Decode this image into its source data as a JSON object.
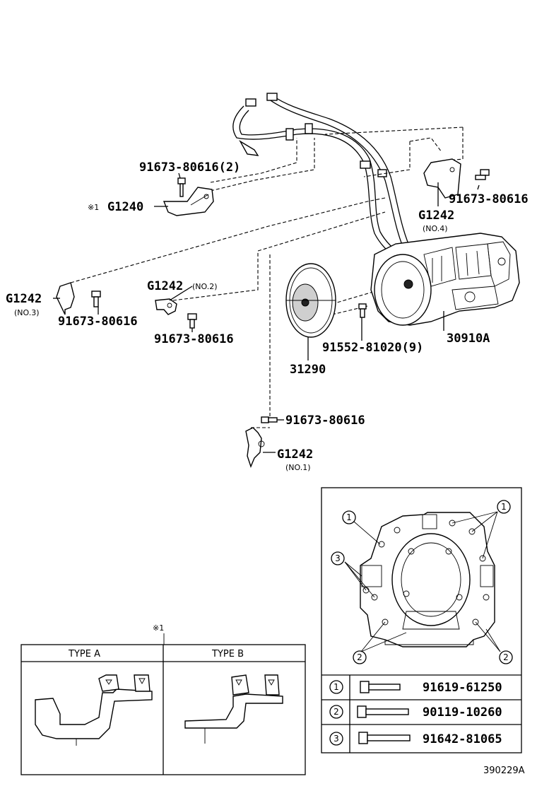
{
  "callouts": {
    "bolt_g1240": "91673-80616(2)",
    "marker_g1240": "※1",
    "g1240": "G1240",
    "bolt_no4": "91673-80616",
    "g1242_no4": "G1242",
    "no4": "(NO.4)",
    "g1242_no3": "G1242",
    "no3": "(NO.3)",
    "bolt_no3": "91673-80616",
    "g1242_no2": "G1242",
    "no2": "(NO.2)",
    "bolt_no2": "91673-80616",
    "bolt_dp": "91552-81020(9)",
    "transmission": "30910A",
    "drive_plate": "31290",
    "bolt_no1": "91673-80616",
    "g1242_no1": "G1242",
    "no1": "(NO.1)"
  },
  "type_table": {
    "marker": "※1",
    "type_a": "TYPE A",
    "type_b": "TYPE B"
  },
  "bolt_legend": {
    "rows": [
      {
        "num": "1",
        "part": "91619-61250"
      },
      {
        "num": "2",
        "part": "90119-10260"
      },
      {
        "num": "3",
        "part": "91642-81065"
      }
    ],
    "housing_markers": [
      "1",
      "1",
      "3",
      "2",
      "2"
    ]
  },
  "footer": {
    "code": "390229A"
  }
}
